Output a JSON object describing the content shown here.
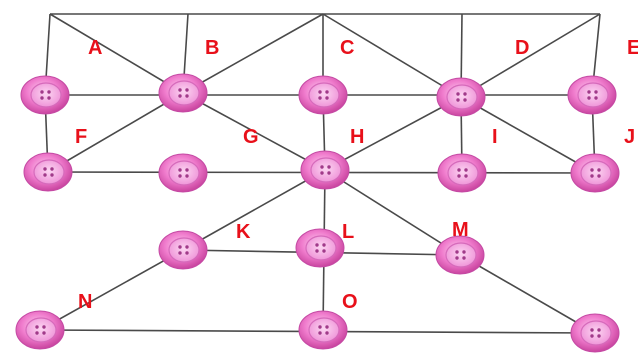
{
  "labels": {
    "A": "A",
    "B": "B",
    "C": "C",
    "D": "D",
    "E": "E",
    "F": "F",
    "G": "G",
    "H": "H",
    "I": "I",
    "J": "J",
    "K": "K",
    "L": "L",
    "M": "M",
    "N": "N",
    "O": "O"
  },
  "colors": {
    "line": "#4a4a4a",
    "label": "#e8101a",
    "button_outer": "#f06fc8",
    "button_rim": "#d34fb0",
    "button_inner": "#f9a6e2",
    "button_hole": "#a13a8a"
  },
  "node_icon": "pink-button-icon"
}
